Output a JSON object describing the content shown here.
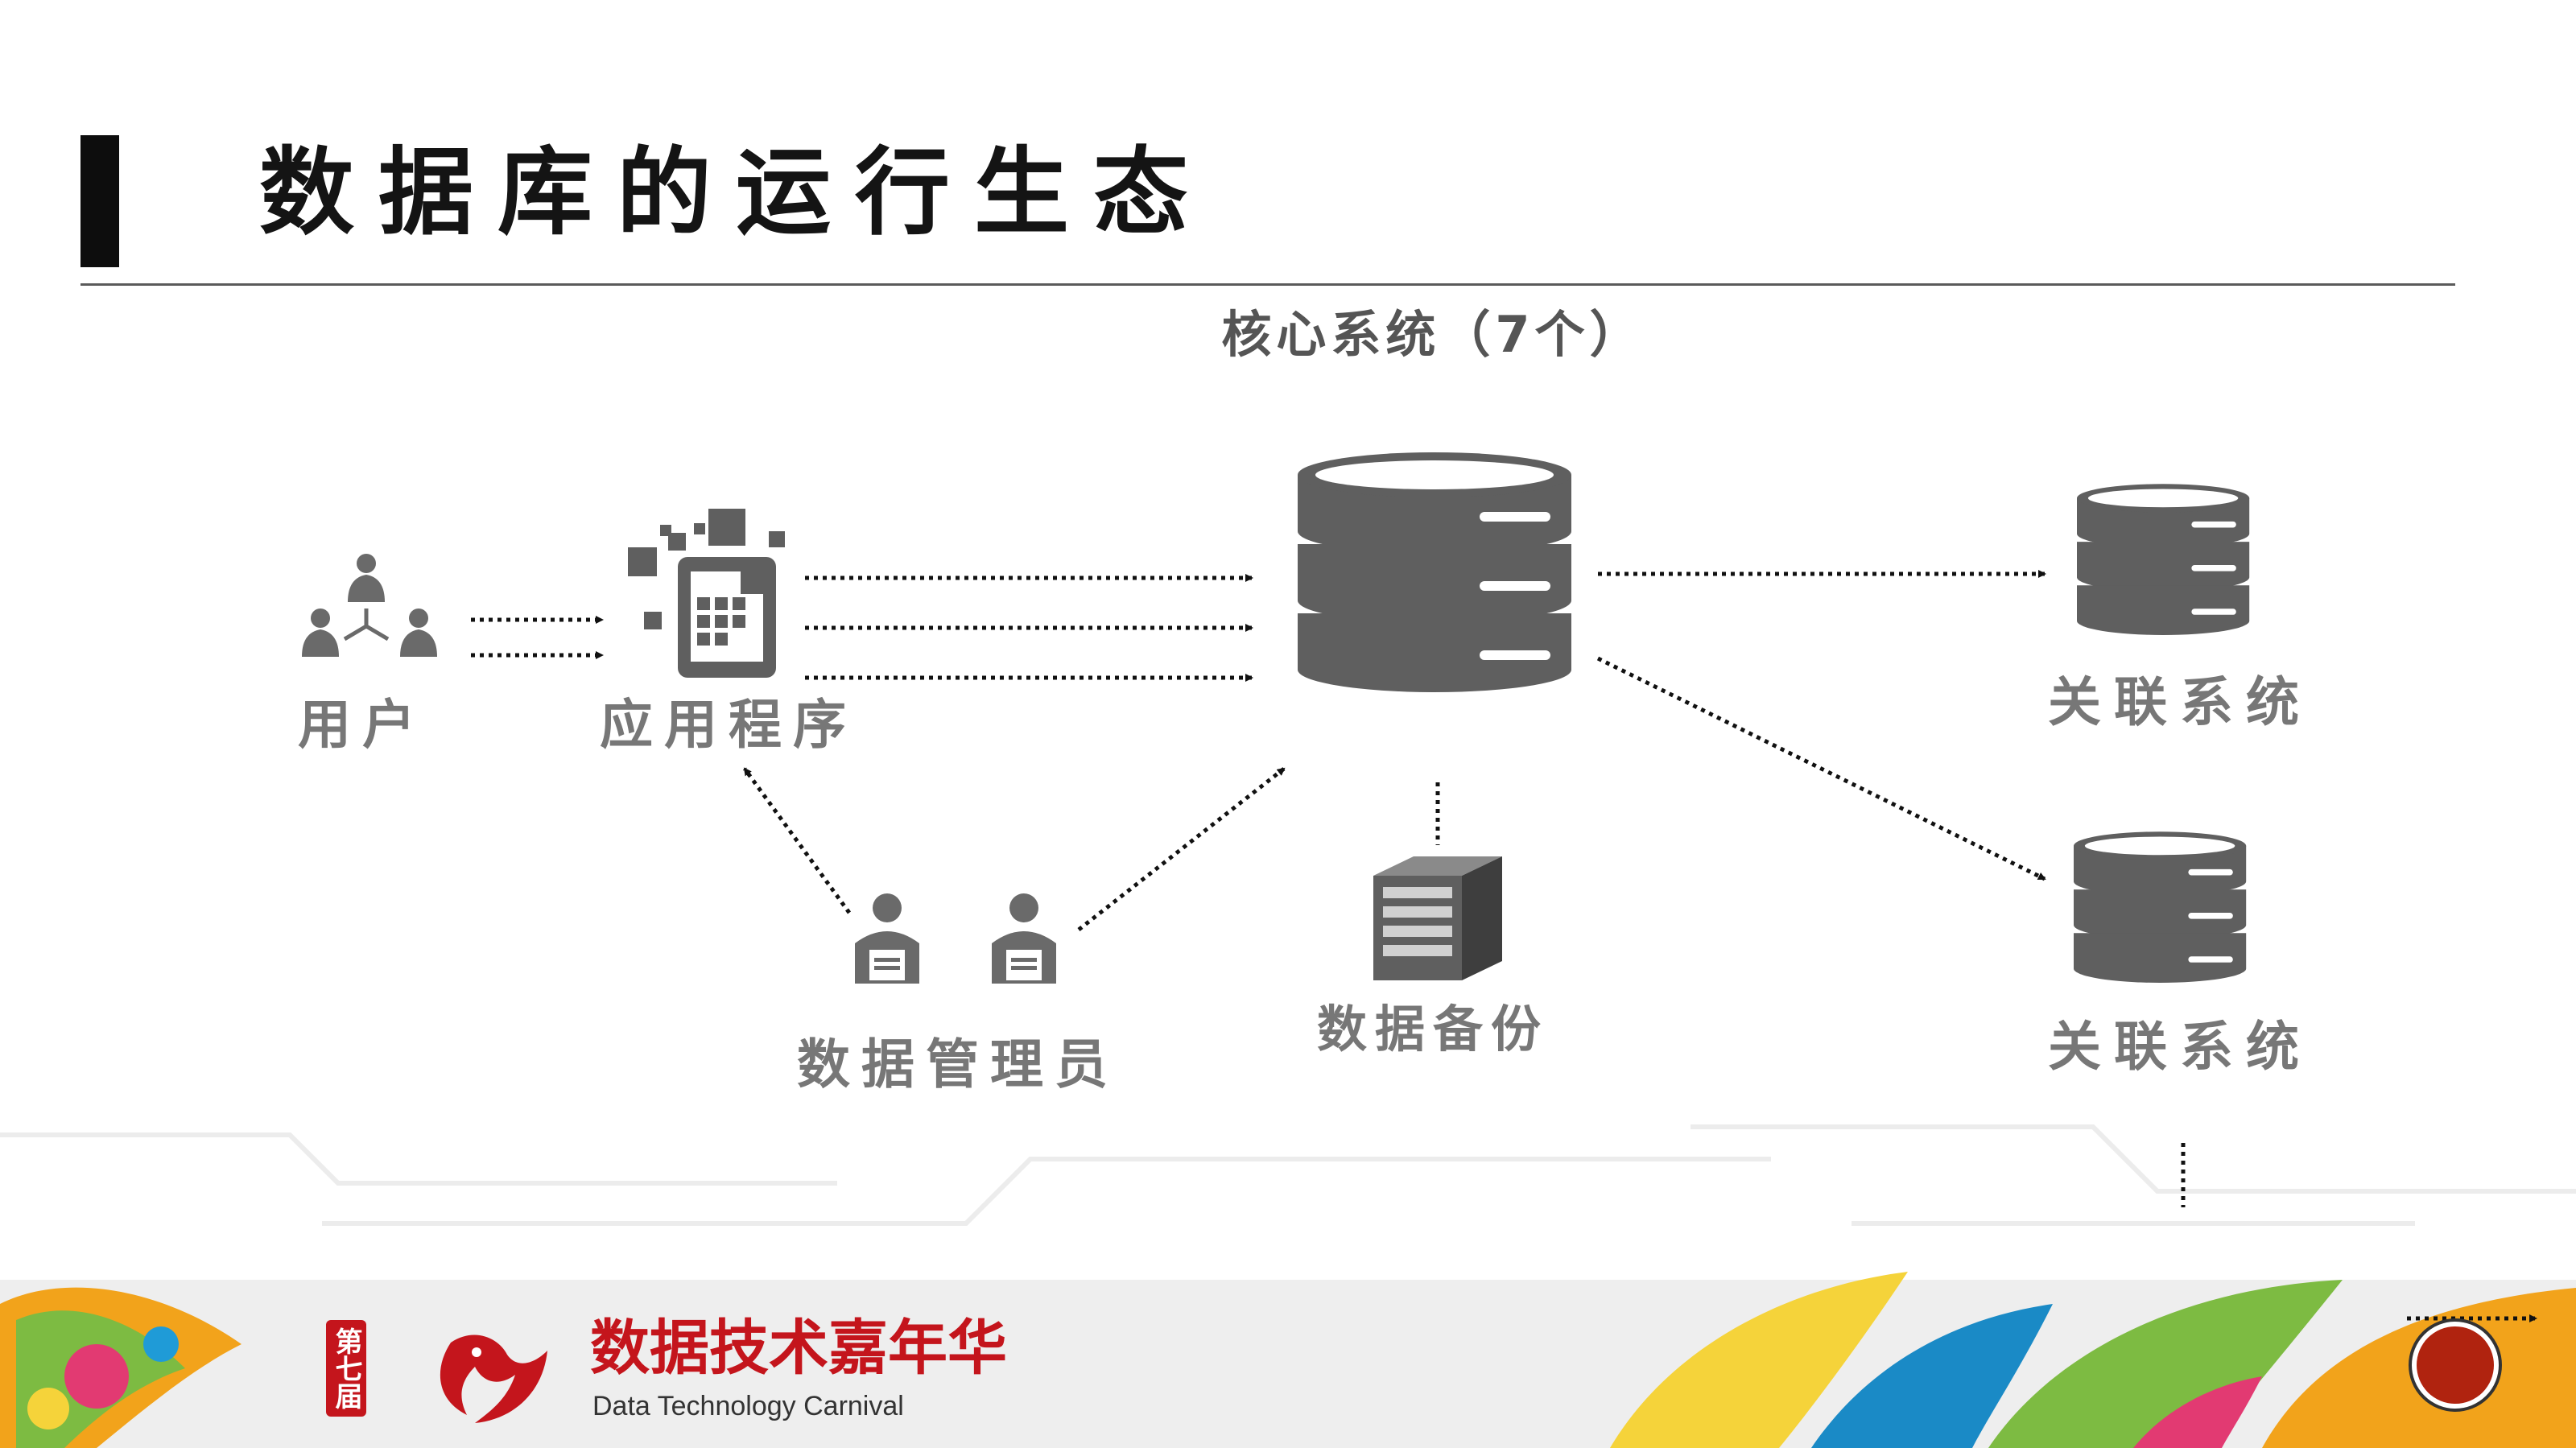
{
  "title": "数据库的运行生态",
  "labels": {
    "core": "核心系统（7个）",
    "user": "用户",
    "app": "应用程序",
    "admin": "数据管理员",
    "backup": "数据备份",
    "related1": "关联系统",
    "related2": "关联系统"
  },
  "footer": {
    "edition_badge": "第七届",
    "logo_text": "数据技术嘉年华",
    "logo_subtitle": "Data Technology Carnival"
  },
  "icons": {
    "user": "people-network-icon",
    "app": "app-tablet-icon",
    "core": "database-icon",
    "related": "database-icon",
    "admin": "admin-person-icon",
    "backup": "server-icon"
  },
  "colors": {
    "icon_gray": "#5f5f5f",
    "text_gray": "#777777",
    "brand_red": "#c4151c"
  }
}
